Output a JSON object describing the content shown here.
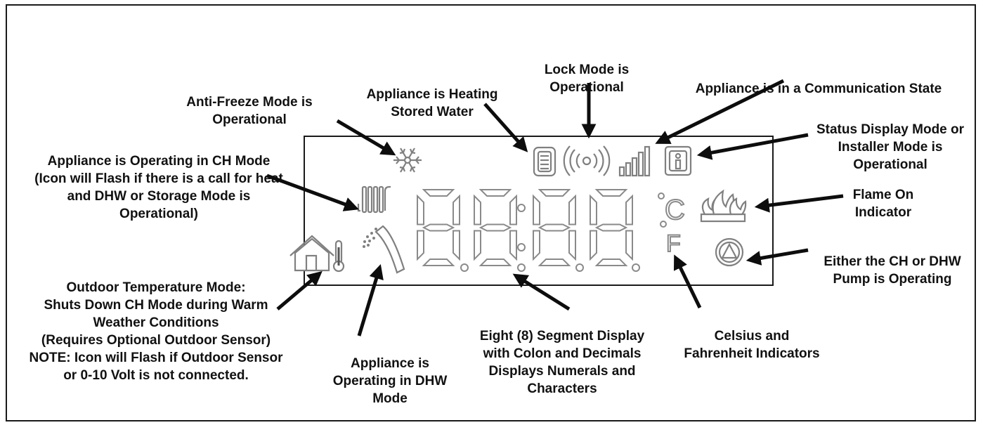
{
  "labels": {
    "lock_mode": [
      "Lock Mode is",
      "Operational"
    ],
    "heating_stored_water": [
      "Appliance is Heating",
      "Stored Water"
    ],
    "anti_freeze": [
      "Anti-Freeze Mode is",
      "Operational"
    ],
    "communication_state": [
      "Appliance is in a Communication State"
    ],
    "status_display": [
      "Status Display Mode or",
      "Installer Mode is",
      "Operational"
    ],
    "ch_mode": [
      "Appliance is Operating in CH Mode",
      "(Icon will Flash if there is a call for heat",
      "and DHW or Storage Mode is",
      "Operational)"
    ],
    "flame_on": [
      "Flame On",
      "Indicator"
    ],
    "pump": [
      "Either the CH or DHW",
      "Pump is Operating"
    ],
    "outdoor_temp": [
      "Outdoor Temperature Mode:",
      "Shuts Down CH Mode during Warm",
      "Weather Conditions",
      "(Requires Optional Outdoor Sensor)",
      "NOTE: Icon will Flash if Outdoor Sensor",
      "or 0-10 Volt is not connected."
    ],
    "dhw_mode": [
      "Appliance is",
      "Operating in DHW",
      "Mode"
    ],
    "segment_display": [
      "Eight (8) Segment Display",
      "with Colon and Decimals",
      "Displays Numerals and",
      "Characters"
    ],
    "temp_units": [
      "Celsius and",
      "Fahrenheit Indicators"
    ]
  },
  "display": {
    "digits": [
      "8",
      "8",
      "8",
      "8"
    ],
    "celsius_symbol": "C",
    "fahrenheit_symbol": "F",
    "icons": [
      "snowflake-icon",
      "storage-tank-icon",
      "lock-wave-icon",
      "signal-bars-icon",
      "info-icon",
      "radiator-icon",
      "house-thermometer-icon",
      "shower-icon",
      "flame-icon",
      "pump-icon"
    ]
  }
}
